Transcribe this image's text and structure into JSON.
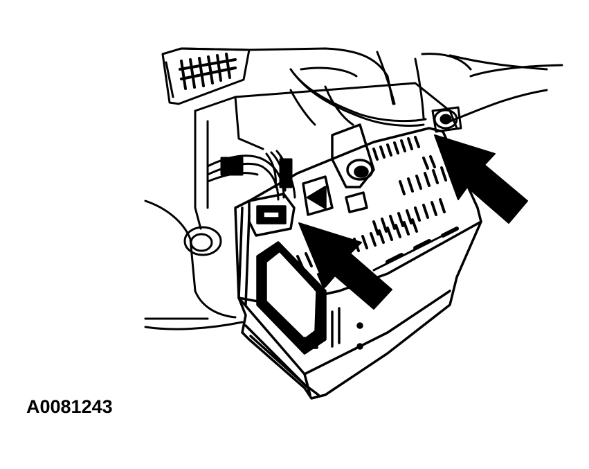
{
  "figure": {
    "id_label": "A0081243"
  },
  "colors": {
    "ink": "#000000",
    "paper": "#ffffff"
  },
  "callouts": [
    {
      "name": "arrow-upper-right",
      "target": "module-mount-bracket"
    },
    {
      "name": "arrow-center",
      "target": "module-front-edge"
    }
  ]
}
